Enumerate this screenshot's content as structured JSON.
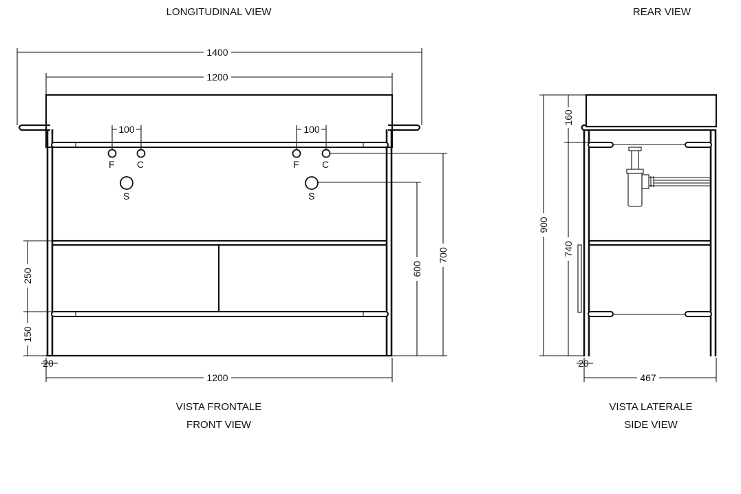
{
  "titles": {
    "longitudinal": "LONGITUDINAL VIEW",
    "rear": "REAR VIEW",
    "front_it": "VISTA FRONTALE",
    "front_en": "FRONT VIEW",
    "side_it": "VISTA LATERALE",
    "side_en": "SIDE VIEW"
  },
  "front_view": {
    "dim_total_width": "1400",
    "dim_top_width": "1200",
    "dim_bottom_width": "1200",
    "dim_tap_spacing_left": "100",
    "dim_tap_spacing_right": "100",
    "dim_drawer_height": "250",
    "dim_base_height": "150",
    "dim_leg_offset": "20",
    "dim_drain_height": "600",
    "dim_tap_height": "700",
    "label_cold": "F",
    "label_hot": "C",
    "label_drain": "S"
  },
  "side_view": {
    "dim_total_height": "900",
    "dim_top_height": "160",
    "dim_body_height": "740",
    "dim_leg_offset": "20",
    "dim_depth": "467"
  }
}
